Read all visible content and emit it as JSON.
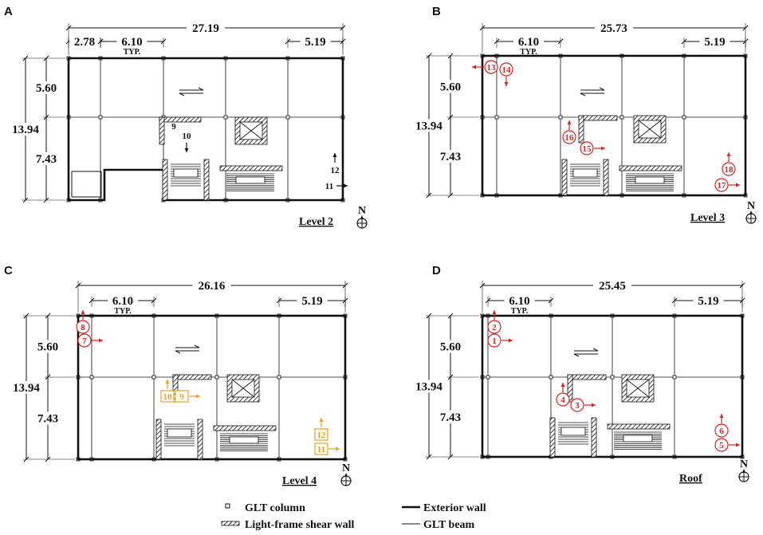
{
  "colors": {
    "ink": "#111111",
    "sensor_red": "#e0201b",
    "sensor_orange": "#f0a020"
  },
  "panels": [
    {
      "letter": "A",
      "level": "Level 2",
      "total_width": "27.19",
      "dim_left": "2.78",
      "dim_typ": "6.10",
      "typ_label": "TYP.",
      "dim_right": "5.19",
      "dim_total_height": "13.94",
      "dim_top_bay": "5.60",
      "dim_bottom_bay": "7.43",
      "north_label": "N",
      "sensors": [
        {
          "label": "9",
          "style": "black"
        },
        {
          "label": "10",
          "style": "black"
        },
        {
          "label": "12",
          "style": "black"
        },
        {
          "label": "11",
          "style": "black"
        }
      ]
    },
    {
      "letter": "B",
      "level": "Level 3",
      "total_width": "25.73",
      "dim_typ": "6.10",
      "typ_label": "TYP.",
      "dim_right": "5.19",
      "dim_total_height": "13.94",
      "dim_top_bay": "5.60",
      "dim_bottom_bay": "7.43",
      "north_label": "N",
      "sensors": [
        {
          "label": "13",
          "style": "red"
        },
        {
          "label": "14",
          "style": "red"
        },
        {
          "label": "16",
          "style": "red"
        },
        {
          "label": "15",
          "style": "red"
        },
        {
          "label": "18",
          "style": "red"
        },
        {
          "label": "17",
          "style": "red"
        }
      ]
    },
    {
      "letter": "C",
      "level": "Level 4",
      "total_width": "26.16",
      "dim_typ": "6.10",
      "typ_label": "TYP.",
      "dim_right": "5.19",
      "dim_total_height": "13.94",
      "dim_top_bay": "5.60",
      "dim_bottom_bay": "7.43",
      "north_label": "N",
      "sensors": [
        {
          "label": "8",
          "style": "red"
        },
        {
          "label": "7",
          "style": "red"
        },
        {
          "label": "10",
          "style": "orange"
        },
        {
          "label": "9",
          "style": "orange"
        },
        {
          "label": "12",
          "style": "orange"
        },
        {
          "label": "11",
          "style": "orange"
        }
      ]
    },
    {
      "letter": "D",
      "level": "Roof",
      "total_width": "25.45",
      "dim_typ": "6.10",
      "typ_label": "TYP.",
      "dim_right": "5.19",
      "dim_total_height": "13.94",
      "dim_top_bay": "5.60",
      "dim_bottom_bay": "7.43",
      "north_label": "N",
      "sensors": [
        {
          "label": "2",
          "style": "red"
        },
        {
          "label": "1",
          "style": "red"
        },
        {
          "label": "4",
          "style": "red"
        },
        {
          "label": "3",
          "style": "red"
        },
        {
          "label": "6",
          "style": "red"
        },
        {
          "label": "5",
          "style": "red"
        }
      ]
    }
  ],
  "legend": {
    "glt_column": "GLT column",
    "shear_wall": "Light-frame shear wall",
    "exterior_wall": "Exterior wall",
    "glt_beam": "GLT beam"
  }
}
